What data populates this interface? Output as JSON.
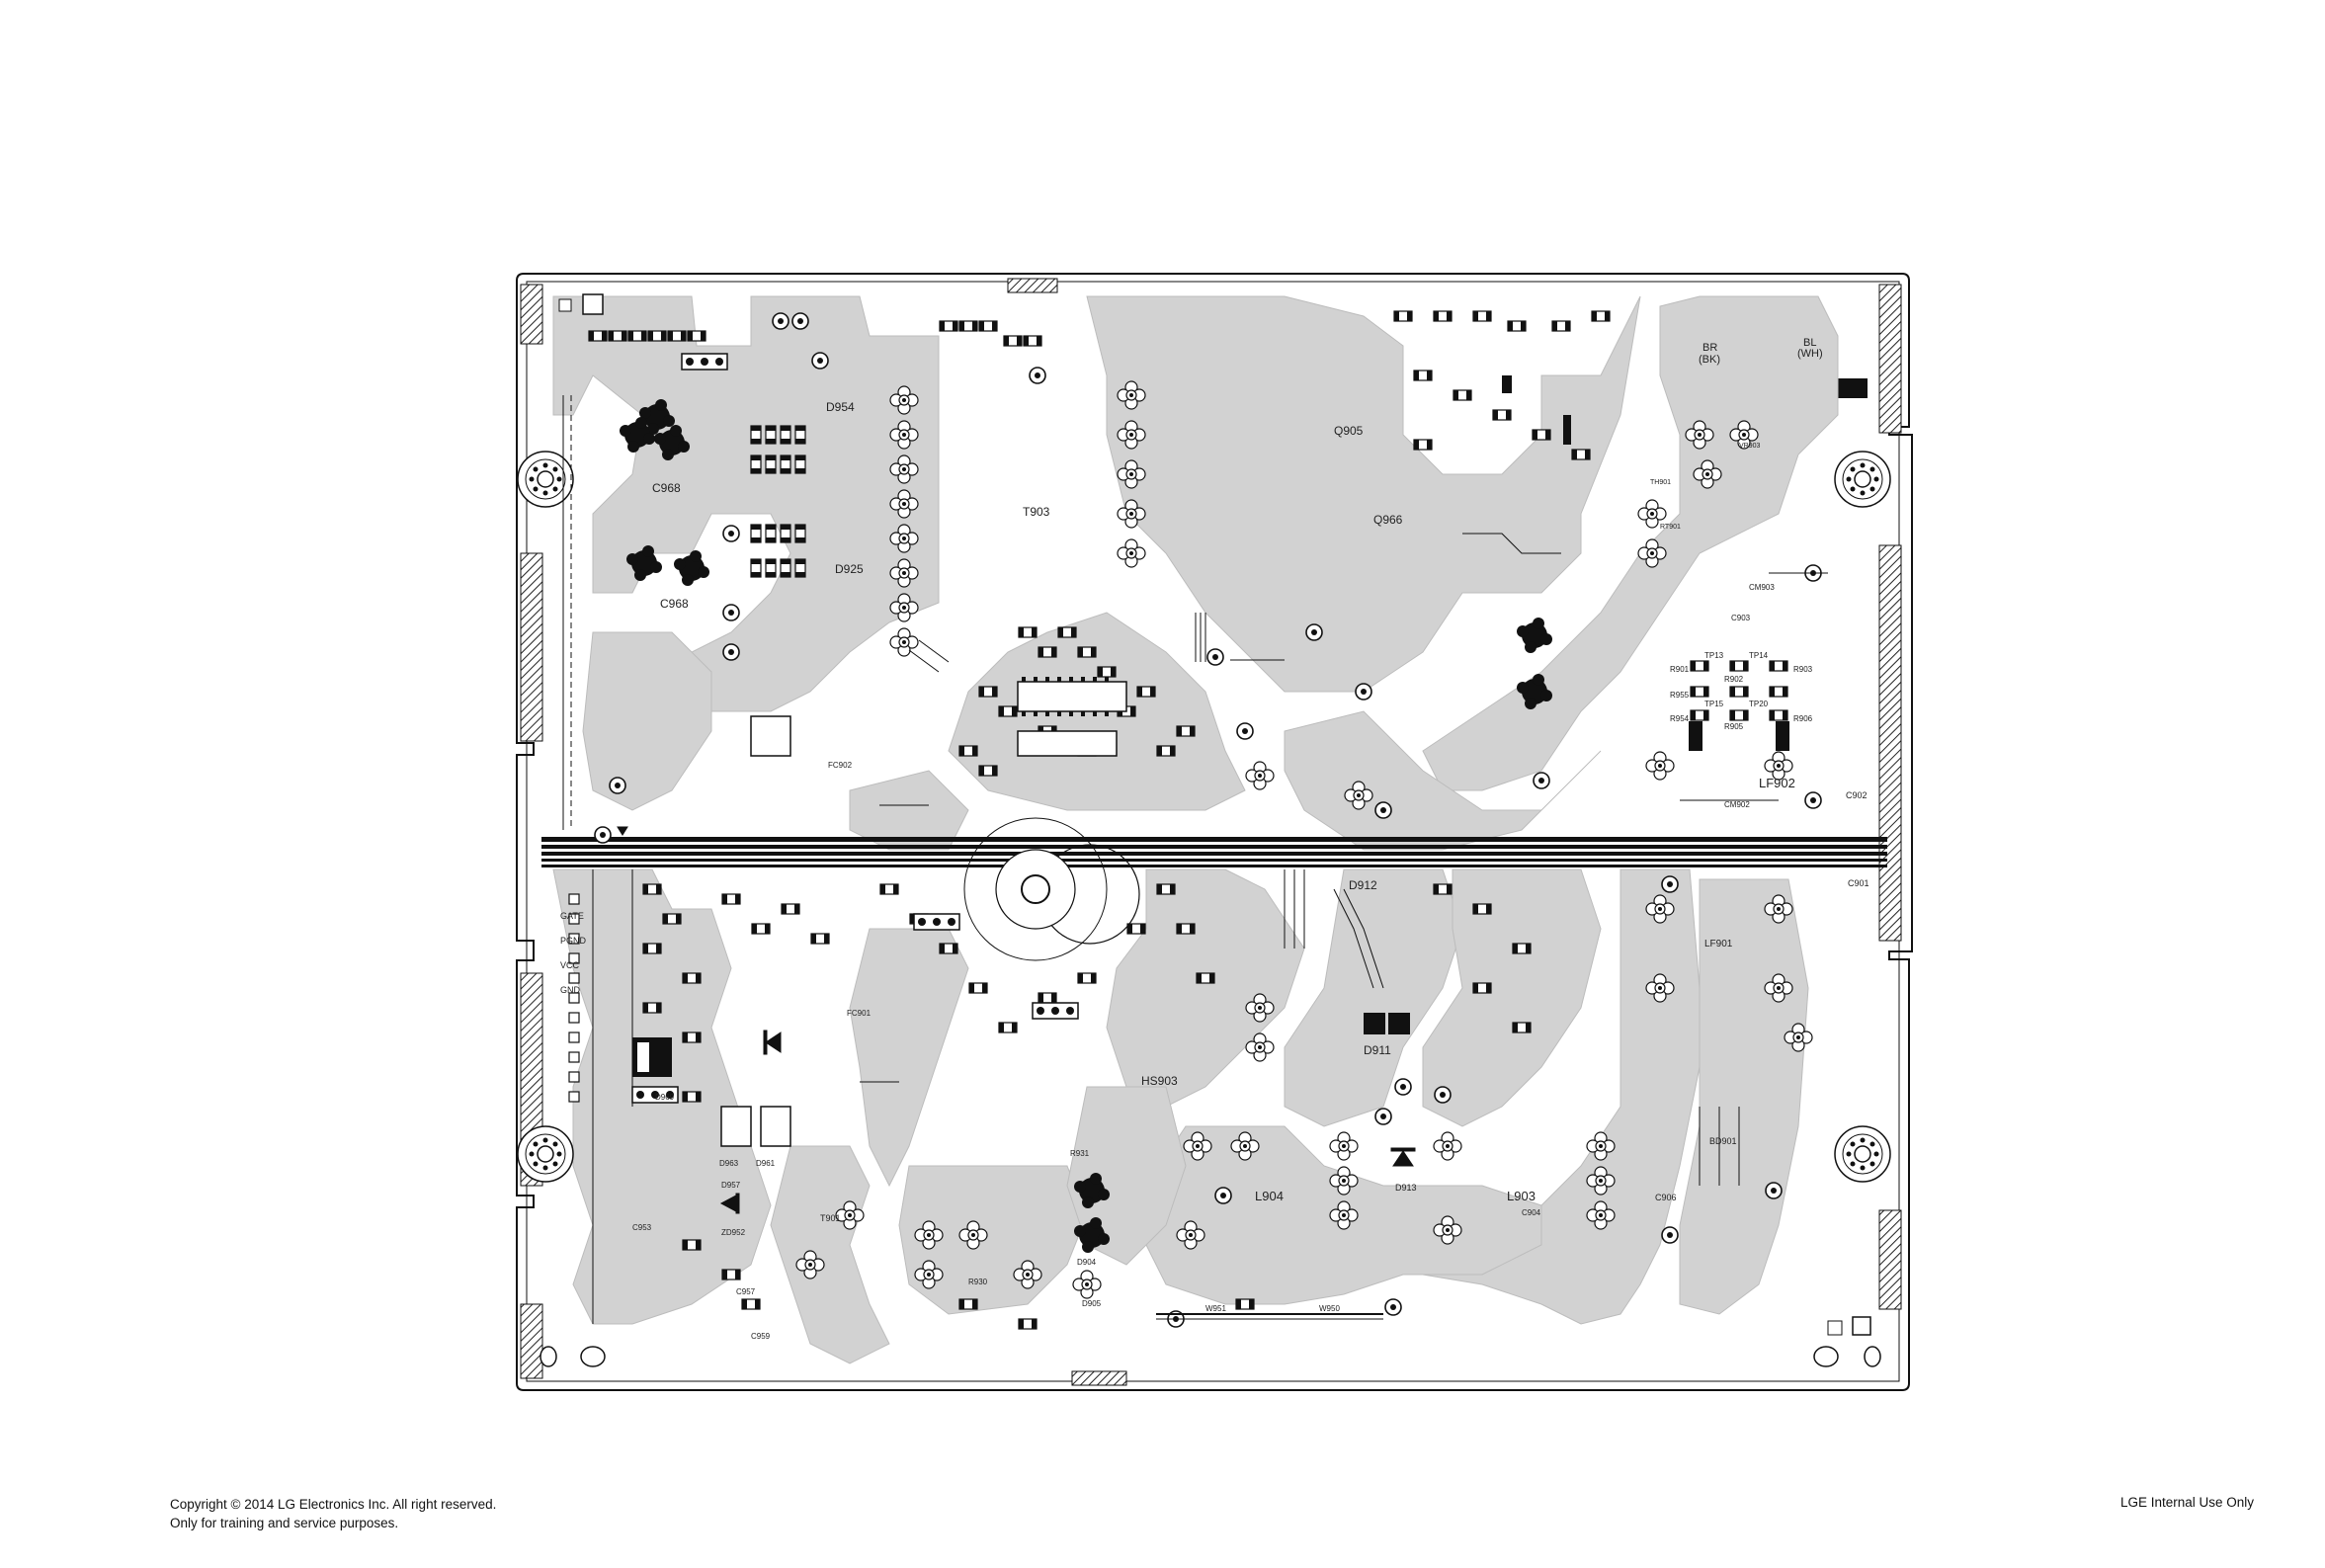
{
  "footer": {
    "copyright": "Copyright © 2014 LG Electronics Inc. All right reserved.",
    "purpose": "Only for training and service purposes.",
    "internal": "LGE Internal Use Only"
  },
  "labels": {
    "t903": "T903",
    "c968a": "C968",
    "c968b": "C968",
    "d954": "D954",
    "d925": "D925",
    "q905": "Q905",
    "q966": "Q966",
    "lf902": "LF902",
    "lf901": "LF901",
    "br": "BR",
    "bk": "(BK)",
    "bl": "BL",
    "wh": "(WH)",
    "d912": "D912",
    "d911": "D911",
    "d913": "D913",
    "hs903": "HS903",
    "l904": "L904",
    "l903": "L903",
    "t901": "T901",
    "bd901": "BD901",
    "c901": "C901",
    "c902": "C902",
    "c906": "C906",
    "gate": "GATE",
    "pgnd": "PGND",
    "vcc": "VCC",
    "gnd": "GND",
    "r954": "R954",
    "r955": "R955",
    "r906": "R906",
    "r901": "R901",
    "r902": "R902",
    "r903": "R903",
    "r905": "R905",
    "tp13": "TP13",
    "tp14": "TP14",
    "tp15": "TP15",
    "tp20": "TP20",
    "c903": "C903",
    "cm903": "CM903",
    "cm902": "CM902",
    "fc902": "FC902",
    "fc901": "FC901",
    "c904": "C904",
    "d957": "D957",
    "d963": "D963",
    "d961": "D961",
    "d969": "D969",
    "zd952": "ZD952",
    "c953": "C953",
    "c957": "C957",
    "c959": "C959",
    "d904": "D904",
    "d905": "D905",
    "r930": "R930",
    "r931": "R931",
    "w951": "W951",
    "w950": "W950",
    "th901": "TH901",
    "rt901": "RT901",
    "vr903": "VR903"
  },
  "colors": {
    "copper": "#d2d2d2",
    "outline": "#111111",
    "bus": "#1a1a1a"
  }
}
